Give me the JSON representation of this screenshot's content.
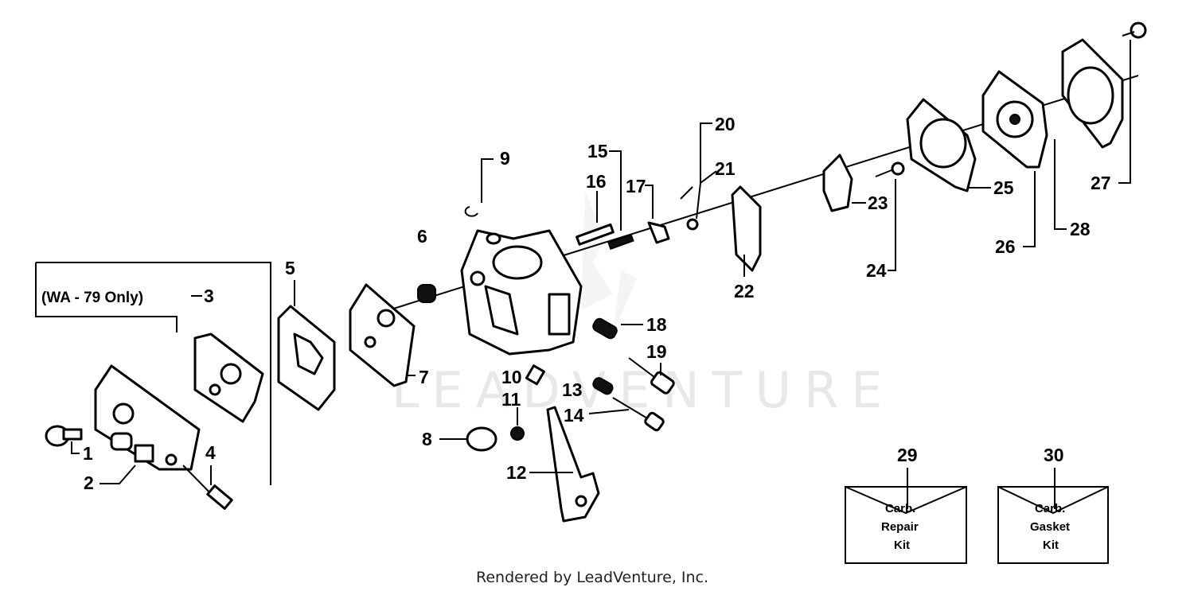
{
  "note": "(WA - 79 Only)",
  "footer": "Rendered by LeadVenture, Inc.",
  "watermark": "LEADVENTURE",
  "kits": [
    {
      "number": "29",
      "line1": "Carb.",
      "line2": "Repair",
      "line3": "Kit"
    },
    {
      "number": "30",
      "line1": "Carb.",
      "line2": "Gasket",
      "line3": "Kit"
    }
  ],
  "callouts": [
    "1",
    "2",
    "3",
    "4",
    "5",
    "6",
    "7",
    "8",
    "9",
    "10",
    "11",
    "12",
    "13",
    "14",
    "15",
    "16",
    "17",
    "18",
    "19",
    "20",
    "21",
    "22",
    "23",
    "24",
    "25",
    "26",
    "27",
    "28"
  ]
}
